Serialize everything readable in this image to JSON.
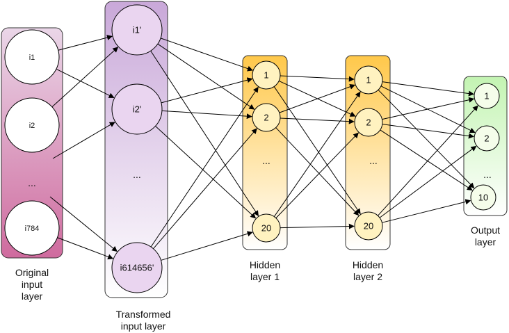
{
  "layers": [
    {
      "id": "original",
      "label_lines": [
        "Original",
        "input",
        "layer"
      ],
      "nodes": [
        "i1",
        "i2",
        "i784"
      ],
      "ellipsis": "...",
      "colors": {
        "top": "#e6d0e3",
        "bottom": "#cd6f9e"
      }
    },
    {
      "id": "transformed",
      "label_lines": [
        "Transformed",
        "input layer"
      ],
      "nodes": [
        "i1'",
        "i2'",
        "i614656'"
      ],
      "ellipsis": "...",
      "colors": {
        "top": "#cfb1dc",
        "bottom": "#ffffff",
        "node_fill": "#ead5f0"
      }
    },
    {
      "id": "hidden1",
      "label_lines": [
        "Hidden",
        "layer 1"
      ],
      "nodes": [
        "1",
        "2",
        "20"
      ],
      "ellipsis": "...",
      "colors": {
        "top": "#ffc94d",
        "bottom": "#ffffff",
        "node_fill": "#fff2c0"
      }
    },
    {
      "id": "hidden2",
      "label_lines": [
        "Hidden",
        "layer 2"
      ],
      "nodes": [
        "1",
        "2",
        "20"
      ],
      "ellipsis": "...",
      "colors": {
        "top": "#ffc94d",
        "bottom": "#ffffff",
        "node_fill": "#fff2c0"
      }
    },
    {
      "id": "output",
      "label_lines": [
        "Output",
        "layer"
      ],
      "nodes": [
        "1",
        "2",
        "10"
      ],
      "ellipsis": "...",
      "colors": {
        "top": "#c8f5b9",
        "bottom": "#ffffff",
        "node_fill": "#f5fdea"
      }
    }
  ]
}
